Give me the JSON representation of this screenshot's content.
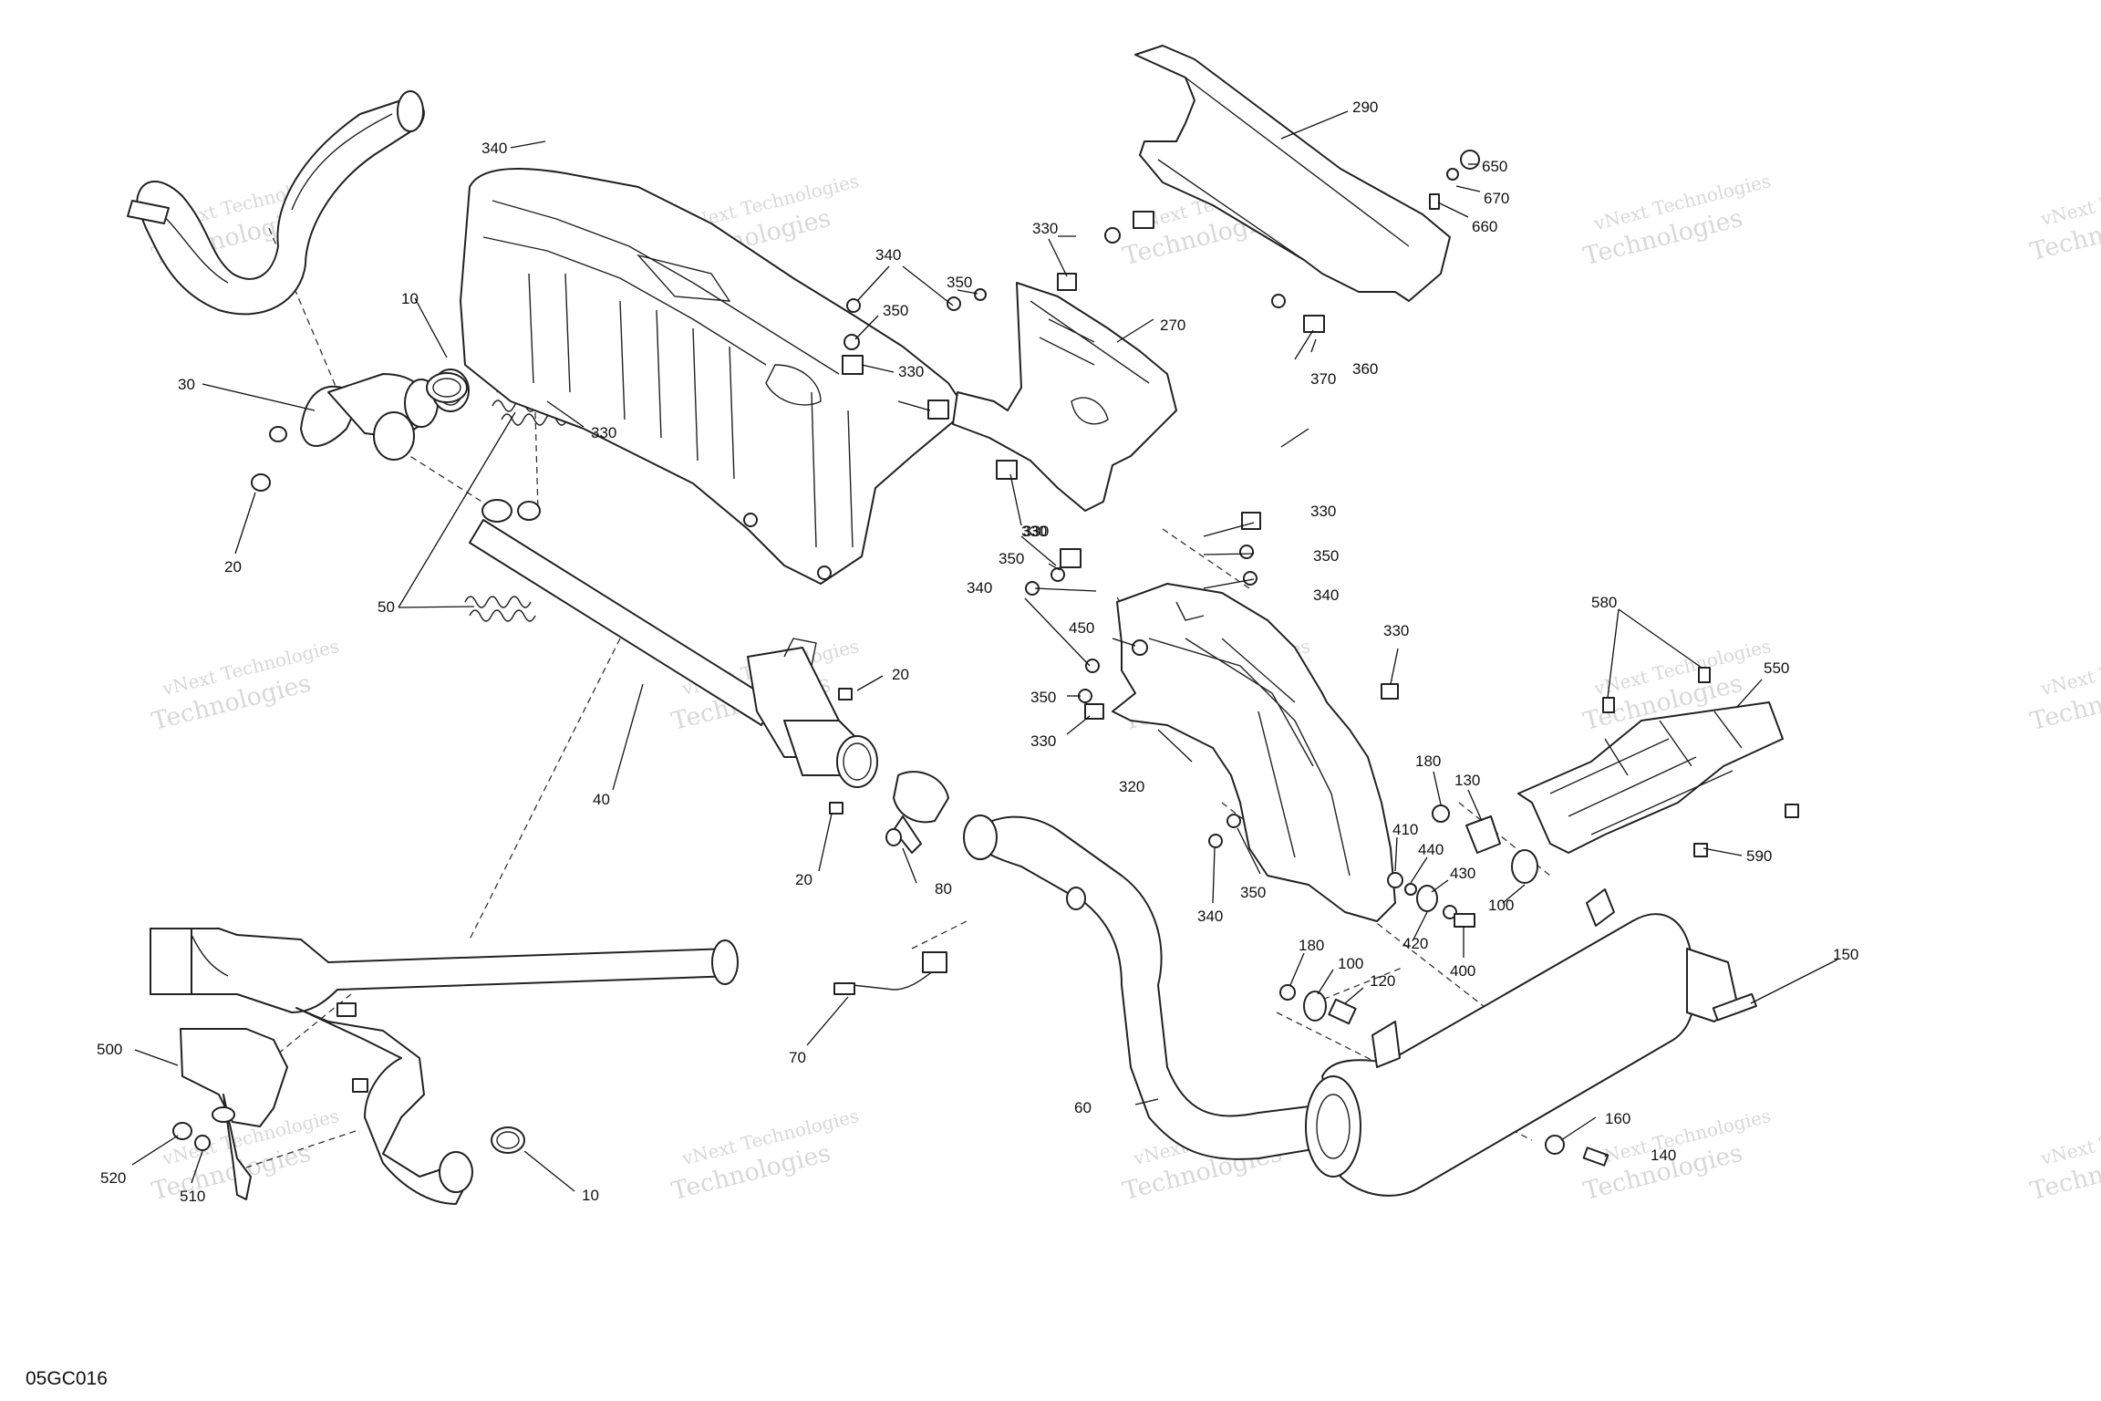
{
  "diagram": {
    "code": "05GC016",
    "watermark": {
      "line1": "vNext Technologies",
      "line2": "Technologies"
    },
    "callouts": [
      "340",
      "10",
      "30",
      "20",
      "50",
      "330",
      "40",
      "20",
      "20",
      "80",
      "70",
      "500",
      "520",
      "510",
      "10",
      "290",
      "650",
      "670",
      "660",
      "330",
      "340",
      "350",
      "350",
      "330",
      "270",
      "330",
      "370",
      "360",
      "330",
      "350",
      "340",
      "330",
      "350",
      "340",
      "450",
      "350",
      "330",
      "320",
      "330",
      "350",
      "340",
      "180",
      "130",
      "410",
      "440",
      "430",
      "420",
      "400",
      "100",
      "180",
      "100",
      "120",
      "60",
      "150",
      "160",
      "140",
      "580",
      "550",
      "590"
    ]
  }
}
